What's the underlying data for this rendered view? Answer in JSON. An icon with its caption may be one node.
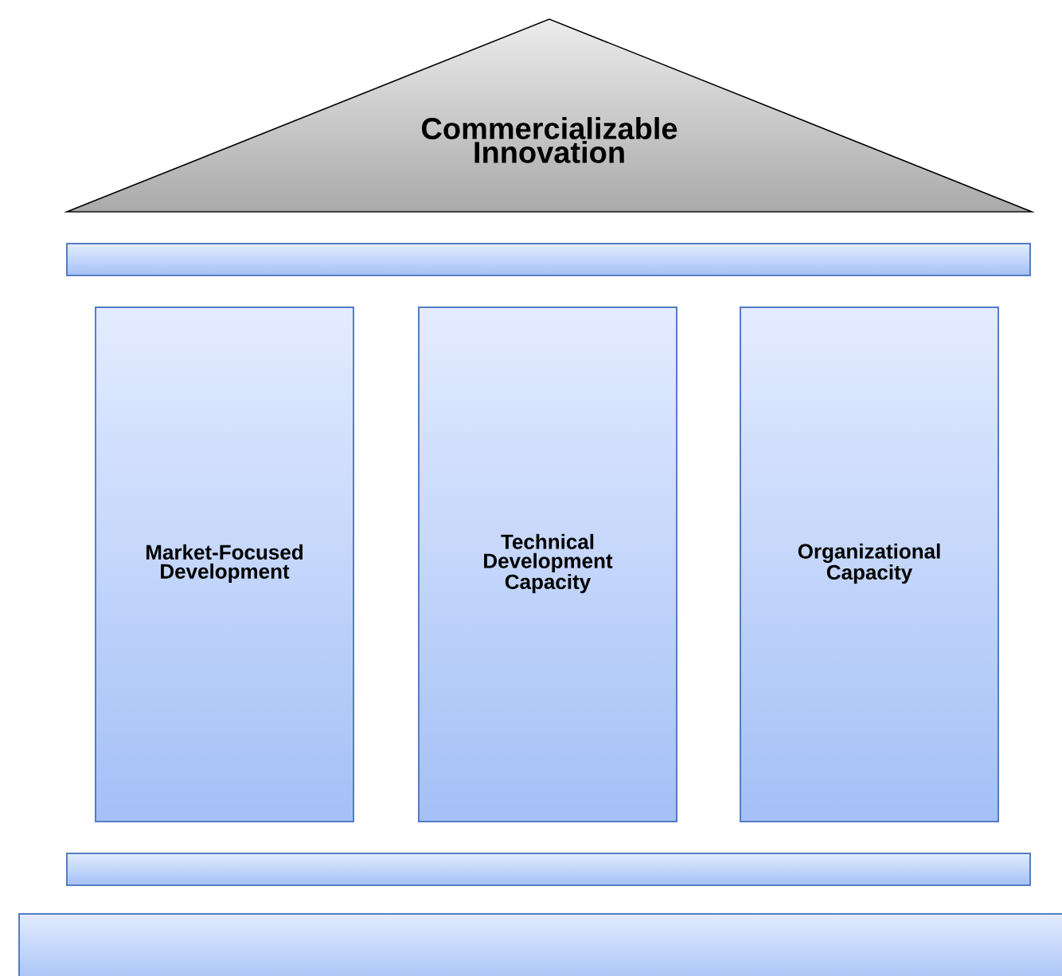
{
  "diagram": {
    "nodes": [
      {
        "text": [
          "Commercializable Innovation"
        ]
      },
      {
        "text": [],
        "shape": "bar"
      },
      {
        "text": [
          "Market-Focused Development"
        ]
      },
      {
        "text": [
          "Technical Development Capacity"
        ]
      },
      {
        "text": [
          "Organizational Capacity"
        ]
      },
      {
        "text": [],
        "shape": "bar"
      },
      {
        "text": [],
        "shape": "bar"
      }
    ]
  }
}
